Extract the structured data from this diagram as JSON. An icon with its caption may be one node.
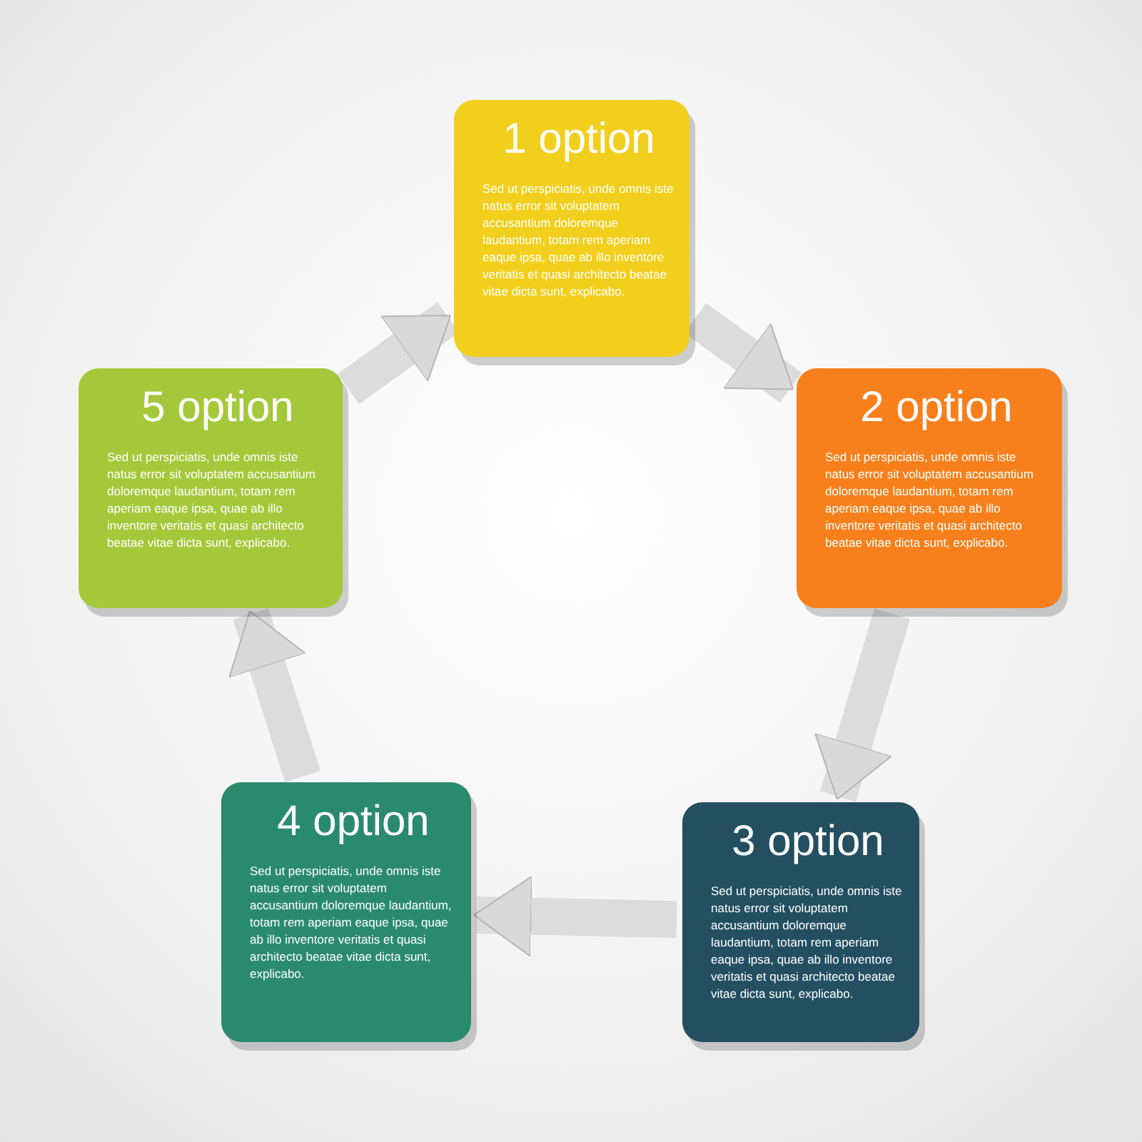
{
  "diagram": {
    "nodes": [
      {
        "text": [
          "1 option",
          "Sed ut perspiciatis, unde omnis iste natus error sit voluptatem accusantium doloremque laudantium, totam rem aperiam eaque ipsa, quae ab illo inventore veritatis et quasi architecto beatae vitae dicta sunt, explicabo."
        ]
      },
      {
        "text": [
          "2 option",
          "Sed ut perspiciatis, unde omnis iste natus error sit voluptatem accusantium doloremque laudantium, totam rem aperiam eaque ipsa, quae ab illo inventore veritatis et quasi architecto beatae vitae dicta sunt, explicabo."
        ]
      },
      {
        "text": [
          "3 option",
          "Sed ut perspiciatis, unde omnis iste natus error sit voluptatem accusantium doloremque laudantium, totam rem aperiam eaque ipsa, quae ab illo inventore veritatis et quasi architecto beatae vitae dicta sunt, explicabo."
        ]
      },
      {
        "text": [
          "4 option",
          "Sed ut perspiciatis, unde omnis iste natus error sit voluptatem accusantium doloremque laudantium, totam rem aperiam eaque ipsa, quae ab illo inventore veritatis et quasi architecto beatae vitae dicta sunt, explicabo."
        ]
      },
      {
        "text": [
          "5 option",
          "Sed ut perspiciatis, unde omnis iste natus error sit voluptatem accusantium doloremque laudantium, totam rem aperiam eaque ipsa, quae ab illo inventore veritatis et quasi architecto beatae vitae dicta sunt, explicabo."
        ]
      }
    ],
    "edges": [
      {
        "from": 0,
        "to": 1,
        "arrow": "to"
      },
      {
        "from": 1,
        "to": 2,
        "arrow": "to"
      },
      {
        "from": 2,
        "to": 3,
        "arrow": "to"
      },
      {
        "from": 3,
        "to": 4,
        "arrow": "to"
      },
      {
        "from": 4,
        "to": 0,
        "arrow": "to"
      }
    ]
  }
}
